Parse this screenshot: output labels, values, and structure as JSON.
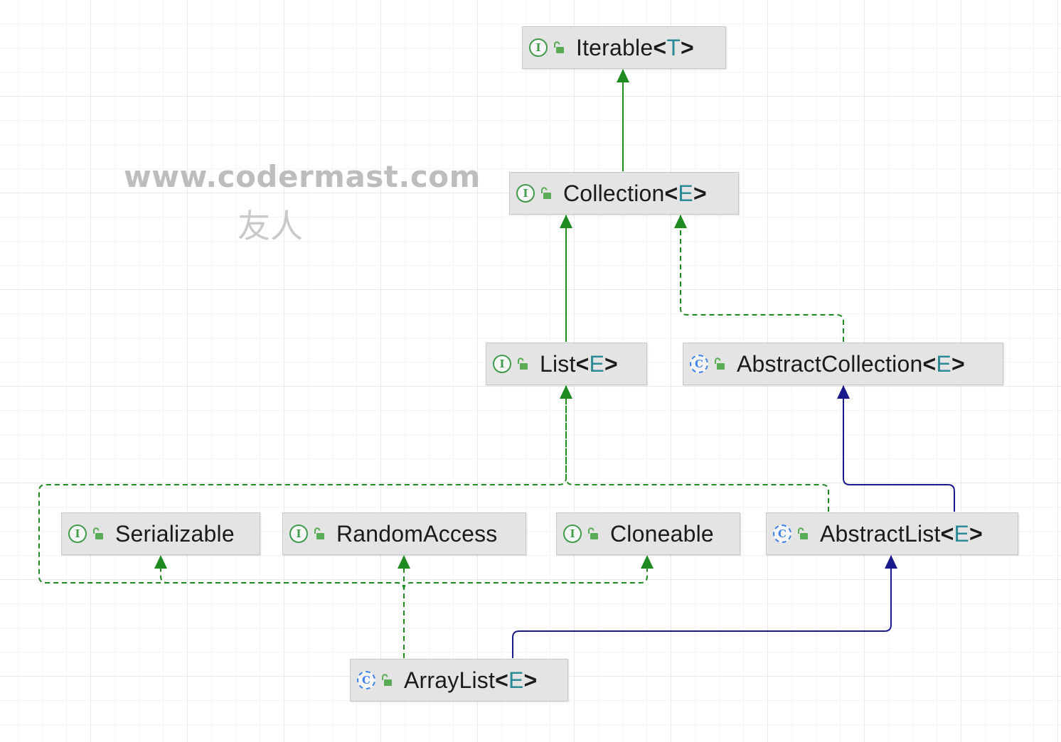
{
  "watermark": {
    "url": "www.codermast.com",
    "text": "友人"
  },
  "colors": {
    "canvas": "#ffffff",
    "grid": "#e9e9e9",
    "node_fill": "#e4e4e4",
    "node_border": "#c8c8c8",
    "interface_icon": "#3f9b4a",
    "class_icon": "#3f83e8",
    "type_param": "#2b8a96",
    "implements_edge": "#1f8a1f",
    "extends_edge": "#1a1a8c"
  },
  "nodes": {
    "iterable": {
      "kind": "interface",
      "kind_glyph": "I",
      "icon": "open-lock-icon",
      "name": "Iterable",
      "type_param": "T"
    },
    "collection": {
      "kind": "interface",
      "kind_glyph": "I",
      "icon": "open-lock-icon",
      "name": "Collection",
      "type_param": "E"
    },
    "list": {
      "kind": "interface",
      "kind_glyph": "I",
      "icon": "open-lock-icon",
      "name": "List",
      "type_param": "E"
    },
    "abstract_collection": {
      "kind": "class",
      "kind_glyph": "C",
      "icon": "open-lock-icon",
      "name": "AbstractCollection",
      "type_param": "E"
    },
    "serializable": {
      "kind": "interface",
      "kind_glyph": "I",
      "icon": "open-lock-icon",
      "name": "Serializable",
      "type_param": ""
    },
    "random_access": {
      "kind": "interface",
      "kind_glyph": "I",
      "icon": "open-lock-icon",
      "name": "RandomAccess",
      "type_param": ""
    },
    "cloneable": {
      "kind": "interface",
      "kind_glyph": "I",
      "icon": "open-lock-icon",
      "name": "Cloneable",
      "type_param": ""
    },
    "abstract_list": {
      "kind": "class",
      "kind_glyph": "C",
      "icon": "open-lock-icon",
      "name": "AbstractList",
      "type_param": "E"
    },
    "array_list": {
      "kind": "class",
      "kind_glyph": "C",
      "icon": "open-lock-icon",
      "name": "ArrayList",
      "type_param": "E"
    }
  },
  "edges": [
    {
      "from": "collection",
      "to": "iterable",
      "relation": "extends",
      "style": "solid",
      "color": "#1f8a1f"
    },
    {
      "from": "list",
      "to": "collection",
      "relation": "extends",
      "style": "solid",
      "color": "#1f8a1f"
    },
    {
      "from": "abstract_collection",
      "to": "collection",
      "relation": "implements",
      "style": "dashed",
      "color": "#1f8a1f"
    },
    {
      "from": "abstract_list",
      "to": "abstract_collection",
      "relation": "extends",
      "style": "solid",
      "color": "#1a1a8c"
    },
    {
      "from": "abstract_list",
      "to": "list",
      "relation": "implements",
      "style": "dashed",
      "color": "#1f8a1f"
    },
    {
      "from": "array_list",
      "to": "list",
      "relation": "implements",
      "style": "dashed",
      "color": "#1f8a1f"
    },
    {
      "from": "array_list",
      "to": "serializable",
      "relation": "implements",
      "style": "dashed",
      "color": "#1f8a1f"
    },
    {
      "from": "array_list",
      "to": "random_access",
      "relation": "implements",
      "style": "dashed",
      "color": "#1f8a1f"
    },
    {
      "from": "array_list",
      "to": "cloneable",
      "relation": "implements",
      "style": "dashed",
      "color": "#1f8a1f"
    },
    {
      "from": "array_list",
      "to": "abstract_list",
      "relation": "extends",
      "style": "solid",
      "color": "#1a1a8c"
    }
  ]
}
